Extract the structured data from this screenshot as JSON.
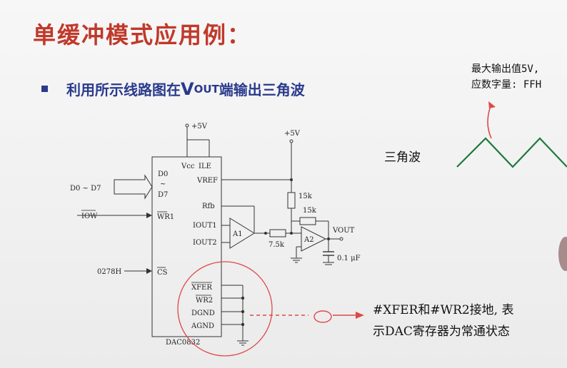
{
  "title": "单缓冲模式应用例：",
  "bullet": {
    "prefix": "利用所示线路图在",
    "v": "V",
    "out": "OUT",
    "suffix": "端输出三角波"
  },
  "note_top": {
    "line1": "最大输出值5V,",
    "line2": "应数字量: FFH"
  },
  "triangle_label": "三角波",
  "note_bottom": {
    "line1": "#XFER和#WR2接地, 表",
    "line2": "示DAC寄存器为常通状态"
  },
  "circuit": {
    "vcc_top": "+5V",
    "vcc_right": "+5V",
    "chip_name": "DAC0832",
    "pin_vcc": "Vcc",
    "pin_ile": "ILE",
    "pin_vref": "VREF",
    "pin_rfb": "Rfb",
    "pin_iout1": "IOUT1",
    "pin_iout2": "IOUT2",
    "pin_d0": "D0",
    "pin_tilde": "~",
    "pin_d7": "D7",
    "pin_wr1": "WR1",
    "pin_cs": "CS",
    "pin_xfer": "XFER",
    "pin_wr2": "WR2",
    "pin_dgnd": "DGND",
    "pin_agnd": "AGND",
    "input_data": "D0 ~ D7",
    "input_iow": "IOW",
    "input_addr": "0278H",
    "amp1": "A1",
    "amp2": "A2",
    "r1": "15k",
    "r2": "15k",
    "r3": "7.5k",
    "vout": "VOUT",
    "cap": "0.1 μF"
  },
  "colors": {
    "title": "#c0392b",
    "bullet": "#2a3a8c",
    "annotation": "#e04848"
  }
}
